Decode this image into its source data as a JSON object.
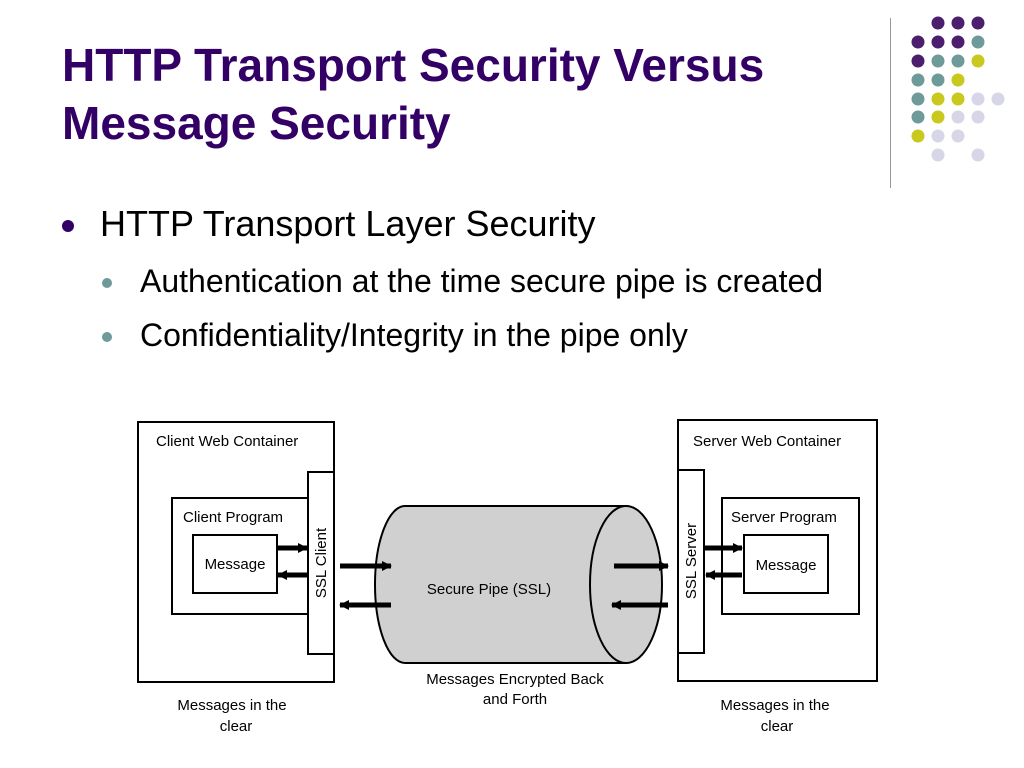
{
  "title": {
    "line1": "HTTP Transport Security Versus",
    "line2": "Message Security"
  },
  "bullets": {
    "level1": "HTTP Transport Layer Security",
    "level2": [
      "Authentication at the time secure pipe is created",
      "Confidentiality/Integrity in the pipe only"
    ]
  },
  "decoration": {
    "dot_colors": {
      "purple": "#4b1e6e",
      "teal": "#6e9a9a",
      "yellow": "#c8c81e",
      "lavender": "#d6d6e6"
    }
  },
  "diagram": {
    "client_container": "Client Web Container",
    "client_program": "Client Program",
    "client_message": "Message",
    "ssl_client": "SSL Client",
    "pipe_label": "Secure Pipe (SSL)",
    "ssl_server": "SSL Server",
    "server_container": "Server Web Container",
    "server_program": "Server Program",
    "server_message": "Message",
    "caption_left_line1": "Messages in the",
    "caption_left_line2": "clear",
    "caption_center_line1": "Messages Encrypted Back",
    "caption_center_line2": "and Forth",
    "caption_right_line1": "Messages in the",
    "caption_right_line2": "clear",
    "pipe_fill": "#d0d0d0"
  }
}
